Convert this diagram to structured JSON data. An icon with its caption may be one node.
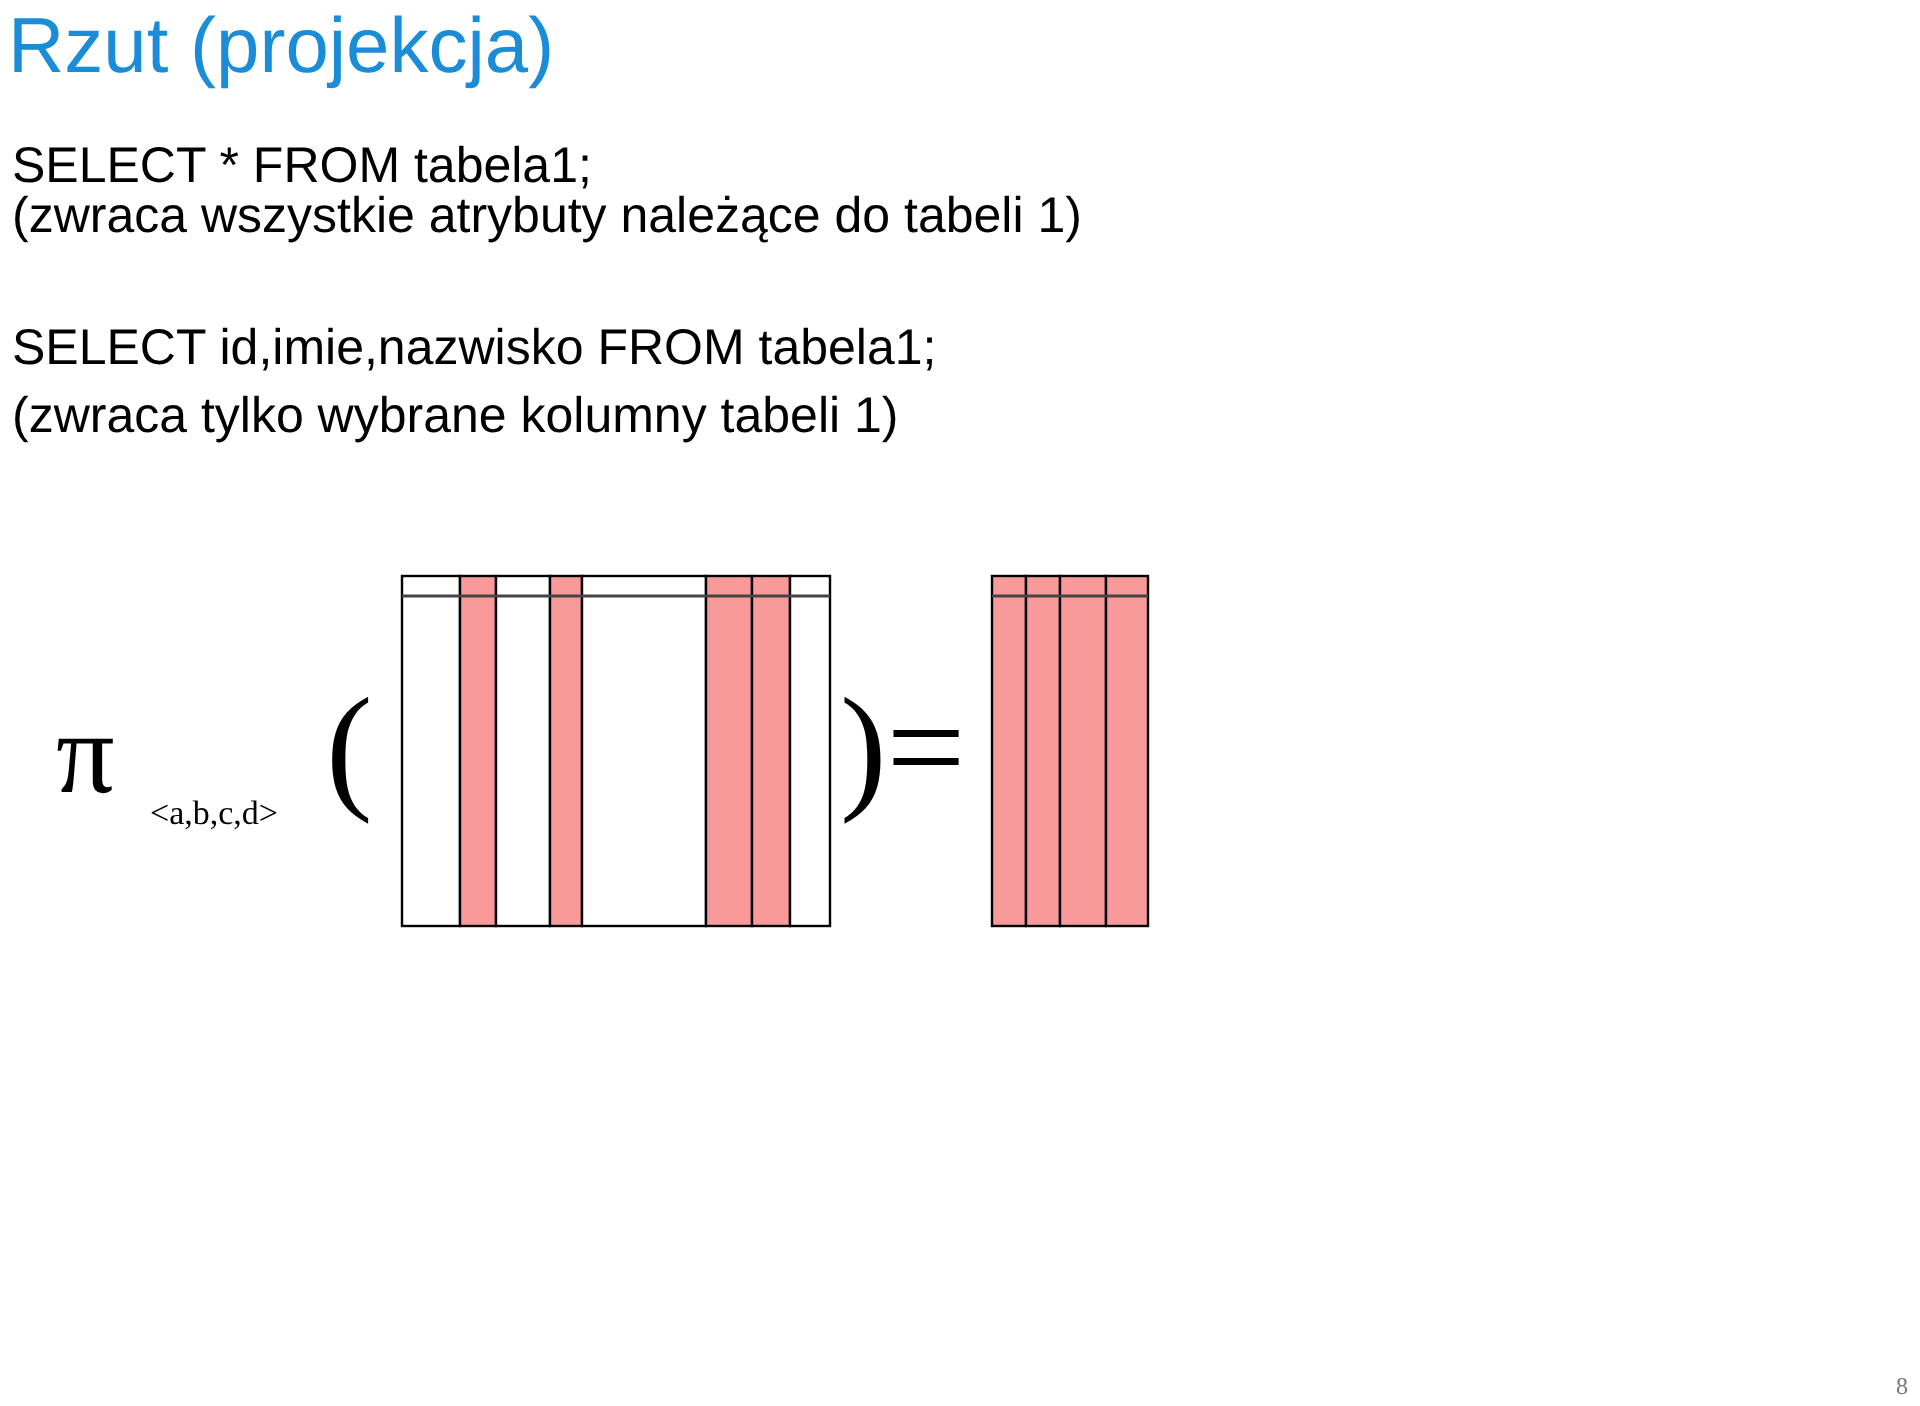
{
  "diagram": {
    "title": "Rzut (projekcja)",
    "labels": [
      "SELECT * FROM tabela1;",
      "(zwraca wszystkie atrybuty należące do tabeli 1)",
      "SELECT id,imie,nazwisko FROM tabela1;",
      "(zwraca tylko wybrane kolumny tabeli 1)",
      "π",
      "<a,b,c,d>",
      "(",
      ")=",
      "8"
    ]
  }
}
